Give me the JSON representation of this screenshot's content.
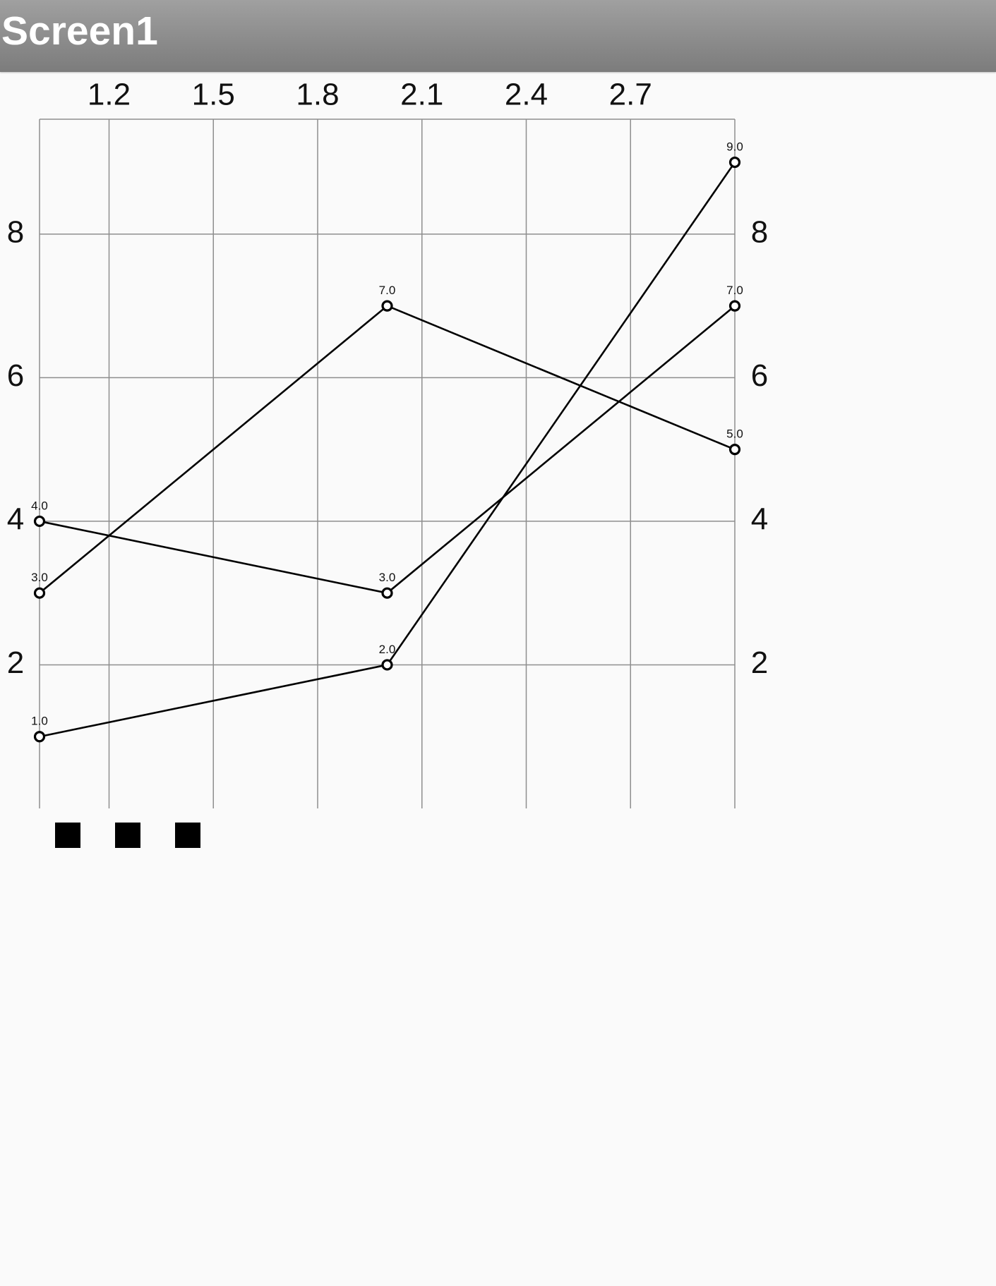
{
  "window": {
    "title": "Screen1"
  },
  "colors": {
    "title_bar": "#8a8a8a",
    "background": "#fafafa",
    "grid": "#8e8e8e",
    "series_line": "#000000",
    "legend_swatch": "#000000"
  },
  "chart_data": {
    "type": "line",
    "title": "",
    "xlabel": "",
    "ylabel": "",
    "xlim": [
      1.0,
      3.0
    ],
    "ylim": [
      0.0,
      9.6
    ],
    "x_ticks": [
      "1.2",
      "1.5",
      "1.8",
      "2.1",
      "2.4",
      "2.7"
    ],
    "x_tick_values": [
      1.2,
      1.5,
      1.8,
      2.1,
      2.4,
      2.7
    ],
    "y_ticks_left": [
      "2",
      "4",
      "6",
      "8"
    ],
    "y_ticks_right": [
      "2",
      "4",
      "6",
      "8"
    ],
    "y_tick_values": [
      2,
      4,
      6,
      8
    ],
    "grid": true,
    "x_tick_position": "top",
    "legend_placement": "bottom-left",
    "legend_entries": 3,
    "series": [
      {
        "x": [
          1.0,
          2.0,
          3.0
        ],
        "values": [
          1.0,
          2.0,
          9.0
        ],
        "labels": [
          "1.0",
          "2.0",
          "9.0"
        ]
      },
      {
        "x": [
          1.0,
          2.0,
          3.0
        ],
        "values": [
          3.0,
          7.0,
          5.0
        ],
        "labels": [
          "3.0",
          "7.0",
          "5.0"
        ]
      },
      {
        "x": [
          1.0,
          2.0,
          3.0
        ],
        "values": [
          4.0,
          3.0,
          7.0
        ],
        "labels": [
          "4.0",
          "3.0",
          "7.0"
        ]
      }
    ]
  }
}
